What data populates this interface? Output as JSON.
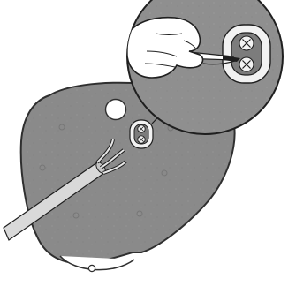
{
  "figure": {
    "subject": "ceiling-cover-wiring-installation",
    "colors": {
      "background": "#ffffff",
      "cover_fill": "#8a8a8a",
      "cover_stroke": "#2f2f2f",
      "bezel_fill": "#f2f2f2",
      "terminal_fill": "#7c7c7c",
      "cable_fill": "#d9d9d9",
      "hand_fill": "#ffffff",
      "line": "#1f1f1f",
      "zoom_fill": "#8f8f8f"
    },
    "parts": {
      "cover_plate": "cover-plate",
      "mounting_hole": "mounting-hole",
      "terminal_block": "terminal-block",
      "cable": "cable",
      "zoom_callout": "zoom-callout",
      "screwdriver": "screwdriver",
      "hand": "hand"
    }
  }
}
